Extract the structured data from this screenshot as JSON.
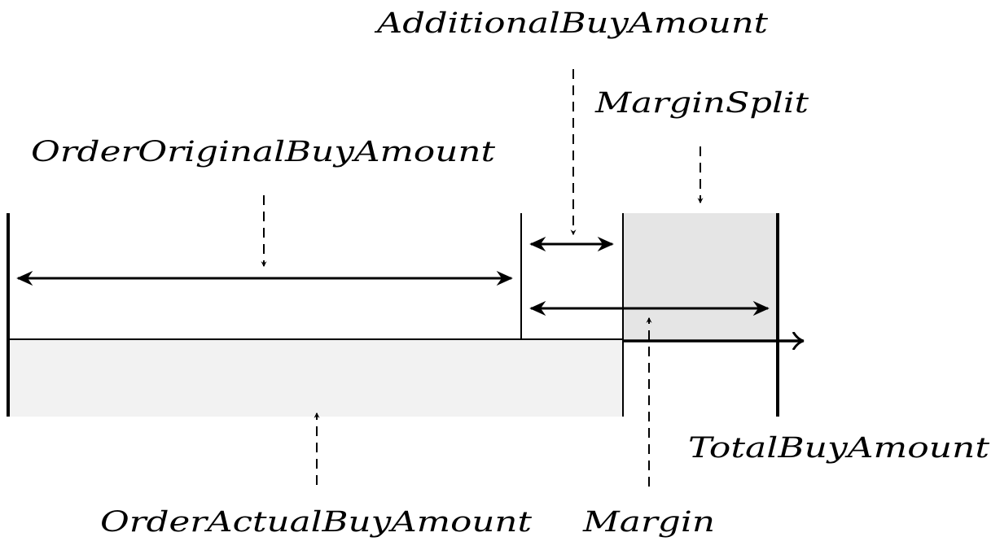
{
  "labels": {
    "additional_buy_amount": "AdditionalBuyAmount",
    "margin_split": "MarginSplit",
    "order_original_buy_amount": "OrderOriginalBuyAmount",
    "total_buy_amount": "TotalBuyAmount",
    "order_actual_buy_amount": "OrderActualBuyAmount",
    "margin": "Margin"
  },
  "colors": {
    "actual_fill": "#f2f2f2",
    "margin_split_fill": "#e5e5e5",
    "stroke": "#000000"
  }
}
